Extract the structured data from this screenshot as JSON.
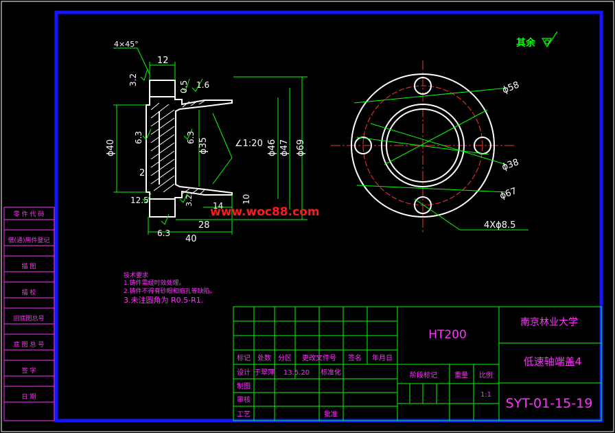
{
  "colors": {
    "background": "#000000",
    "frame": "#1414ff",
    "part": "#ffffff",
    "dimension": "#00ff00",
    "dim_text": "#ffffff",
    "annotation": "#ff33ff",
    "title_text": "#ff33ff",
    "watermark": "#ff1a1a",
    "center_line": "#ff3333",
    "hatch": "#ffffff"
  },
  "roughness": {
    "label": "其余",
    "symbol": "check-surface-icon"
  },
  "section_view": {
    "chamfer": "4×45°",
    "dims": {
      "top_width": "12",
      "rough_top_left": "3.2",
      "gap_top": "0.5",
      "rough_top_right": "1.6",
      "dia_left": "ϕ40",
      "rough_inner_left": "6.3",
      "rough_inner_right": "6.3",
      "dia_inner": "ϕ35",
      "taper": "∠1:20",
      "dia_46": "ϕ46",
      "dia_47": "ϕ47",
      "dia_69": "ϕ69",
      "step_2": "2",
      "rough_bottom_left": "12.5",
      "rough_bottom_mid": "3.2",
      "len_14": "14",
      "len_10": "10",
      "len_28": "28",
      "len_40": "40",
      "rough_bottom": "6.3"
    }
  },
  "plan_view": {
    "dia_58": "ϕ58",
    "dia_38": "ϕ38",
    "dia_67": "ϕ67",
    "holes": "4Xϕ8.5"
  },
  "watermark": "www.woc88.com",
  "tech_notes": {
    "title": "技术要求",
    "lines": [
      "1.铸件需经时效处理。",
      "2.铸件不得有砂眼和缩孔等缺陷。",
      "3.未注圆角为 R0.5-R1."
    ]
  },
  "left_strip": [
    "零 件 代 码",
    "借(通)用件登记",
    "描    图",
    "描    校",
    "旧底图总号",
    "底 图 总 号",
    "签    字",
    "日    期"
  ],
  "title_block": {
    "material": "HT200",
    "school": "南京林业大学",
    "part_name": "低速轴端盖4",
    "drawing_no": "SYT-01-15-19",
    "headers": [
      "标记",
      "处数",
      "分区",
      "更改文件号",
      "签名",
      "年月日"
    ],
    "design_label": "设计",
    "designer": "于翠萍",
    "date": "13.5.20",
    "standard": "标准化",
    "draw_label": "制图",
    "review_label": "审核",
    "process_label": "工艺",
    "approve_label": "批准",
    "stage_label": "阶段标记",
    "weight_label": "重量",
    "scale_label": "比例",
    "scale": "1:1"
  }
}
